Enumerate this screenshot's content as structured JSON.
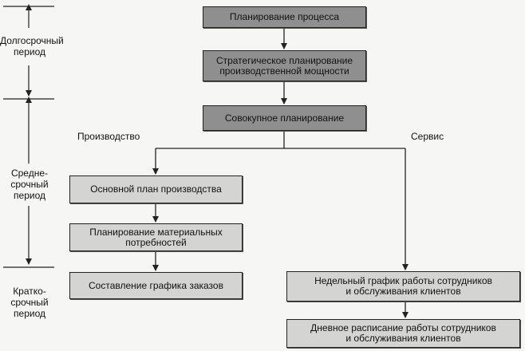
{
  "periods": {
    "long": [
      "Долгосрочный",
      "период"
    ],
    "medium": [
      "Средне-",
      "срочный",
      "период"
    ],
    "short": [
      "Кратко-",
      "срочный",
      "период"
    ]
  },
  "branches": {
    "production": "Производство",
    "service": "Сервис"
  },
  "boxes": {
    "process_planning": "Планирование процесса",
    "strategic_planning": [
      "Стратегическое планирование",
      "производственной мощности"
    ],
    "aggregate_planning": "Совокупное планирование",
    "master_plan": "Основной план производства",
    "mrp": [
      "Планирование материальных",
      "потребностей"
    ],
    "order_scheduling": "Составление графика заказов",
    "weekly_schedule": [
      "Недельный график работы сотрудников",
      "и обслуживания клиентов"
    ],
    "daily_schedule": [
      "Дневное расписание работы сотрудников",
      "и обслуживания клиентов"
    ]
  }
}
